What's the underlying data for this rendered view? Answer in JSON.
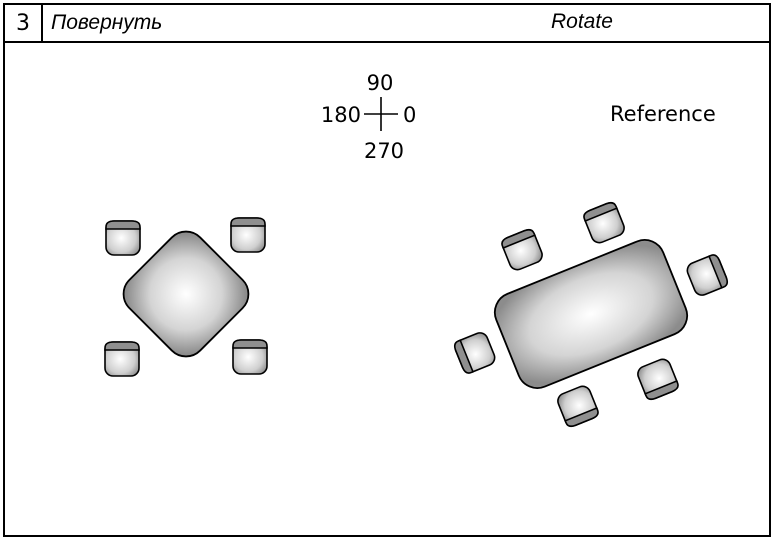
{
  "header": {
    "step_number": "3",
    "title_ru": "Повернуть",
    "title_en": "Rotate"
  },
  "compass": {
    "north": "90",
    "west": "180",
    "east": "0",
    "south": "270"
  },
  "reference_label": "Reference"
}
